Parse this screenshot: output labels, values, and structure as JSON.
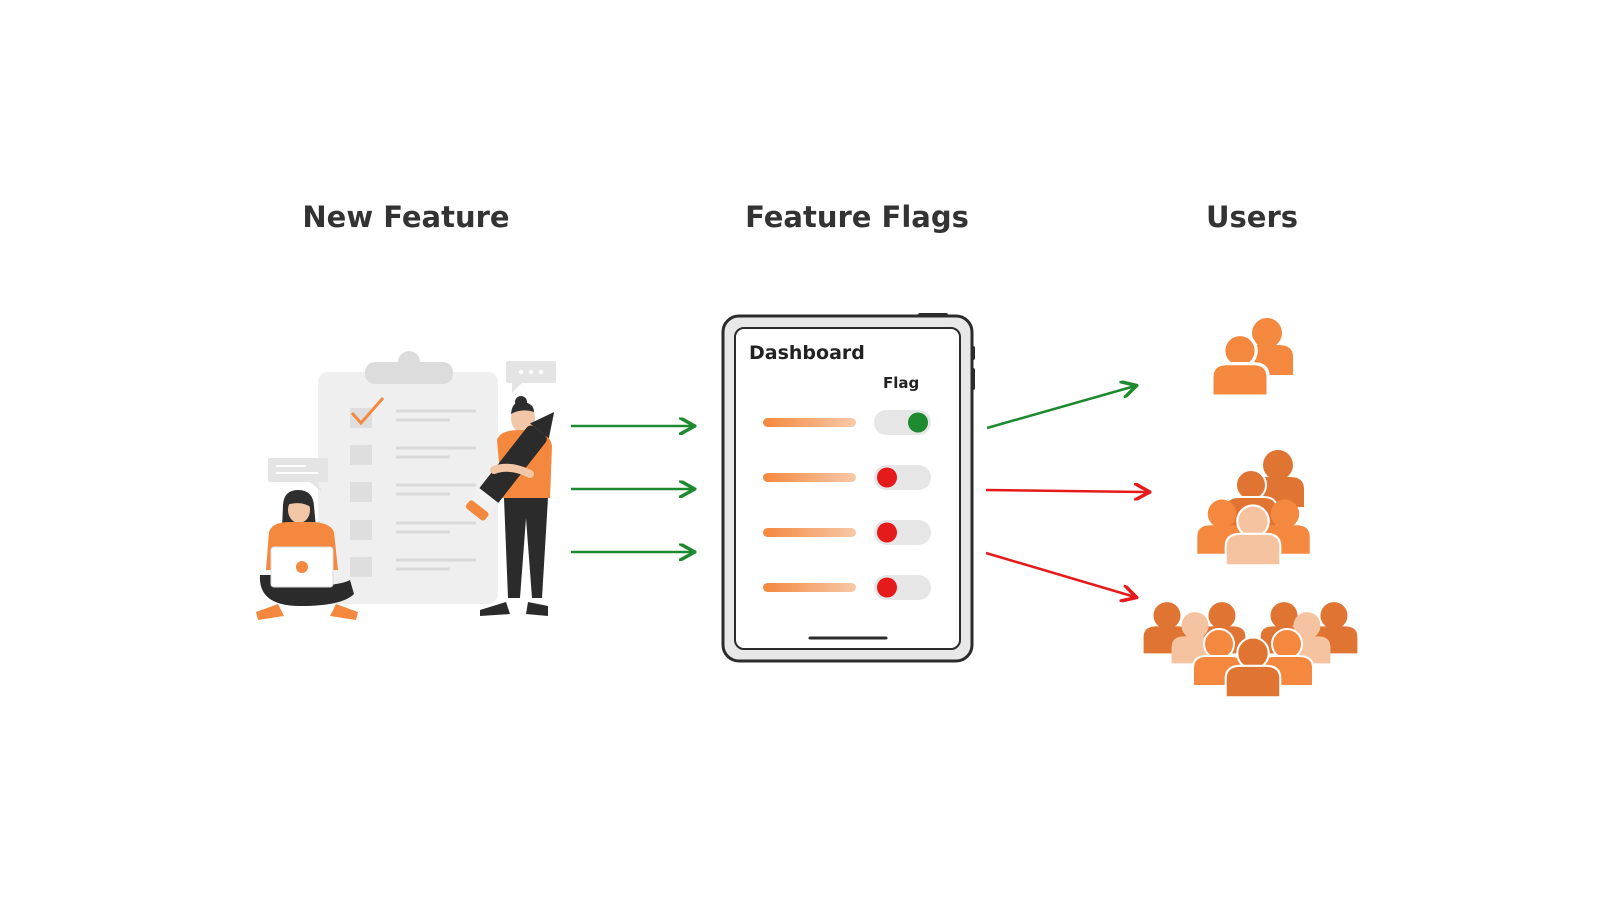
{
  "columns": {
    "new_feature": "New Feature",
    "feature_flags": "Feature Flags",
    "users": "Users"
  },
  "dashboard": {
    "title": "Dashboard",
    "flag_column": "Flag",
    "flags": [
      {
        "state": "on"
      },
      {
        "state": "off"
      },
      {
        "state": "off"
      },
      {
        "state": "off"
      }
    ]
  },
  "flows": {
    "inbound_arrow_count": 3,
    "outbound": [
      {
        "target": "small-user-group",
        "status": "enabled"
      },
      {
        "target": "medium-user-group",
        "status": "disabled"
      },
      {
        "target": "large-user-group",
        "status": "disabled"
      }
    ]
  },
  "colors": {
    "accent_orange": "#F5883F",
    "dark_orange": "#E07432",
    "light_orange": "#F6C3A0",
    "enabled_green": "#1E8A2F",
    "disabled_red": "#E51B1B",
    "title_text": "#333333",
    "clipboard_gray": "#EFEFEF"
  },
  "icons": {
    "new_feature": [
      "clipboard-icon",
      "checkmark-icon",
      "developer-woman-icon",
      "laptop-icon",
      "developer-man-icon",
      "pencil-icon",
      "speech-bubble-icon"
    ],
    "feature_flags": [
      "tablet-icon",
      "toggle-icon"
    ],
    "users": [
      "user-group-icon"
    ]
  }
}
